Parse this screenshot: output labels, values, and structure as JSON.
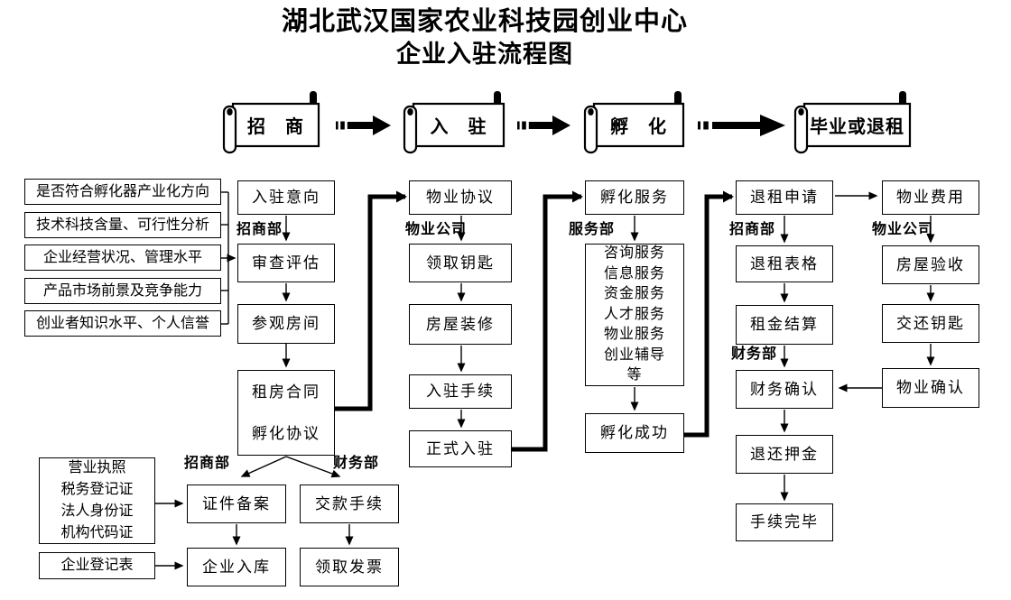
{
  "title": {
    "line1": "湖北武汉国家农业科技园创业中心",
    "line2": "企业入驻流程图"
  },
  "phases": {
    "p1": "招　商",
    "p2": "入　驻",
    "p3": "孵　化",
    "p4": "毕业或退租"
  },
  "criteria": [
    "是否符合孵化器产业化方向",
    "技术科技含量、可行性分析",
    "企业经营状况、管理水平",
    "产品市场前景及竞争能力",
    "创业者知识水平、个人信誉"
  ],
  "intake": {
    "dept": "招商部",
    "intent": "入驻意向",
    "review": "审查评估",
    "visit": "参观房间",
    "contract_lines": [
      "租房合同",
      "孵化协议"
    ]
  },
  "move_in": {
    "dept": "物业公司",
    "agreement": "物业协议",
    "keys": "领取钥匙",
    "renovation": "房屋装修",
    "procedure": "入驻手续",
    "official": "正式入驻"
  },
  "incubation": {
    "dept": "服务部",
    "service": "孵化服务",
    "service_items": [
      "咨询服务",
      "信息服务",
      "资金服务",
      "人才服务",
      "物业服务",
      "创业辅导",
      "等"
    ],
    "success": "孵化成功"
  },
  "exit": {
    "dept": "招商部",
    "apply": "退租申请",
    "form": "退租表格",
    "rent": "租金结算",
    "finance_dept": "财务部",
    "finance_confirm": "财务确认",
    "deposit": "退还押金",
    "complete": "手续完毕"
  },
  "property_exit": {
    "dept": "物业公司",
    "fee": "物业费用",
    "inspect": "房屋验收",
    "return_keys": "交还钥匙",
    "confirm": "物业确认"
  },
  "registration": {
    "intake_dept": "招商部",
    "finance_dept": "财务部",
    "documents": [
      "营业执照",
      "税务登记证",
      "法人身份证",
      "机构代码证"
    ],
    "form": "企业登记表",
    "filing": "证件备案",
    "payment": "交款手续",
    "storage": "企业入库",
    "invoice": "领取发票"
  },
  "colors": {
    "ink": "#000000",
    "background": "#ffffff"
  }
}
